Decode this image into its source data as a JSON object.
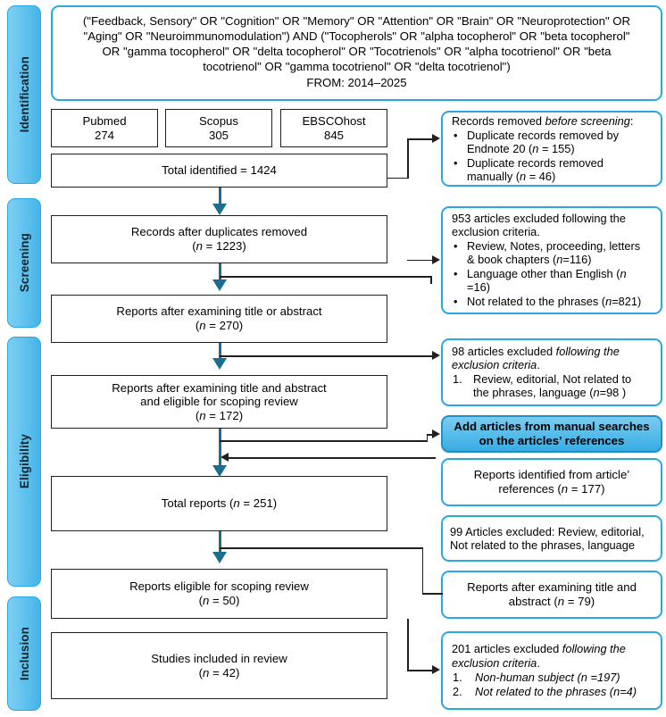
{
  "diagram": {
    "type": "prisma-flow-diagram",
    "title": "PRISMA scoping review flow diagram"
  },
  "phases": [
    {
      "label": "Identification"
    },
    {
      "label": "Screening"
    },
    {
      "label": "Eligibility"
    },
    {
      "label": "Inclusion"
    }
  ],
  "search_query": {
    "lines": [
      "(\"Feedback, Sensory\" OR \"Cognition\" OR \"Memory\" OR \"Attention\" OR \"Brain\" OR \"Neuroprotection\" OR",
      "\"Aging\" OR \"Neuroimmunomodulation\") AND (\"Tocopherols\" OR \"alpha tocopherol\" OR \"beta tocopherol\"",
      "OR \"gamma tocopherol\" OR \"delta tocopherol\" OR \"Tocotrienols\" OR \"alpha tocotrienol\" OR \"beta",
      "tocotrienol\" OR \"gamma tocotrienol\" OR \"delta tocotrienol\")"
    ],
    "date_range": "FROM: 2014–2025"
  },
  "databases": [
    {
      "name": "Pubmed",
      "count": "274"
    },
    {
      "name": "Scopus",
      "count": "305"
    },
    {
      "name": "EBSCOhost",
      "count": "845"
    }
  ],
  "total_identified": {
    "label": "Total identified = 1424"
  },
  "flow": {
    "after_duplicates": {
      "line1": "Records after duplicates removed",
      "n": "1223"
    },
    "after_title_or_abstract": {
      "line1": "Reports after examining title or abstract",
      "n": "270"
    },
    "eligible_scoping": {
      "line1": "Reports after examining title and abstract",
      "line2": "and eligible for scoping review",
      "n": "172"
    },
    "total_reports": {
      "label": "Total reports (",
      "n": "251"
    },
    "eligible_for_review": {
      "line1": "Reports eligible for scoping review",
      "n": "50"
    },
    "included": {
      "line1": "Studies included in review",
      "n": "42"
    }
  },
  "exclusions": {
    "before_screening": {
      "heading_plain": "Records removed ",
      "heading_italic": "before screening",
      "heading_tail": ":",
      "items": [
        {
          "marker": "•",
          "text_a": "Duplicate records removed by",
          "text_b": "Endnote 20  (",
          "n": "155"
        },
        {
          "marker": "•",
          "text_a": "Duplicate records removed",
          "text_b": "manually  (",
          "n": "46"
        }
      ]
    },
    "screening": {
      "heading_line1": "953 articles excluded following the",
      "heading_line2": "exclusion criteria.",
      "items": [
        {
          "marker": "•",
          "text_a": "Review, Notes, proceeding, letters",
          "text_b": "& book chapters (",
          "n": "=116"
        },
        {
          "marker": "•",
          "text_a": "Language other than English (",
          "text_b": "=16)",
          "n": ""
        },
        {
          "marker": "•",
          "text_a": "Not related to the phrases (",
          "text_b": "=821)",
          "n": ""
        }
      ]
    },
    "eligibility_98": {
      "heading_plain": "98 articles excluded ",
      "heading_italic_1": "following the",
      "heading_italic_2": "exclusion criteria",
      "heading_tail": ".",
      "items": [
        {
          "marker": "1.",
          "text_a": "Review, editorial, Not related to",
          "text_b": "the phrases, language (",
          "n": "=98 )"
        }
      ]
    },
    "articles_99": {
      "line1": "99 Articles excluded: Review, editorial,",
      "line2": "Not related to the phrases, language"
    },
    "inclusion_201": {
      "heading_plain": "201 articles excluded ",
      "heading_italic_1": "following the",
      "heading_italic_2": "exclusion criteria",
      "heading_tail": ".",
      "items": [
        {
          "marker": "1.",
          "text_a": "Non-human subject (",
          "n": "=197)"
        },
        {
          "marker": "2.",
          "text_a": "Not related to the phrases (",
          "n": "=4)"
        }
      ]
    }
  },
  "manual_search": {
    "line1": "Add articles from manual searches",
    "line2": "on the articles’ references"
  },
  "identified_from_references": {
    "line1": "Reports identified from article’",
    "line2_pre": "references (",
    "n": "177"
  },
  "reports_after_title_abstract_79": {
    "line1": "Reports after examining title and",
    "line2_pre": "abstract (",
    "n": "79"
  },
  "colors": {
    "accent_cyan": "#29a8df",
    "phase_fill": "#55bbe9",
    "arrow_blue": "#1b6e8c",
    "outline_black": "#231f20"
  }
}
